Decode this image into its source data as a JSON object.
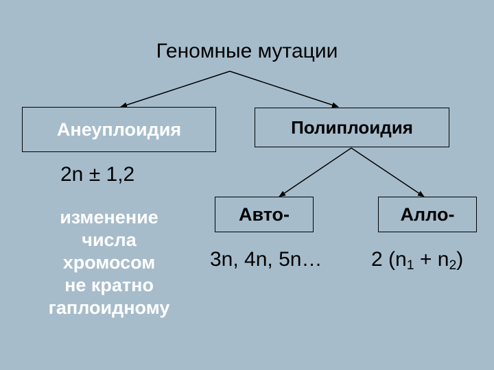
{
  "title": "Геномные мутации",
  "aneuploidy": {
    "label": "Анеуплоидия",
    "formula": "2n ± 1,2",
    "description": [
      "изменение",
      "числа",
      "хромосом",
      "не кратно",
      "гаплоидному"
    ]
  },
  "polyploidy": {
    "label": "Полиплоидия",
    "auto": {
      "label": "Авто-",
      "formula": "3n, 4n, 5n…"
    },
    "allo": {
      "label": "Алло-",
      "formula_prefix": "2 (n",
      "sub1": "1",
      "formula_mid": " + n",
      "sub2": "2",
      "formula_suffix": ")"
    }
  }
}
